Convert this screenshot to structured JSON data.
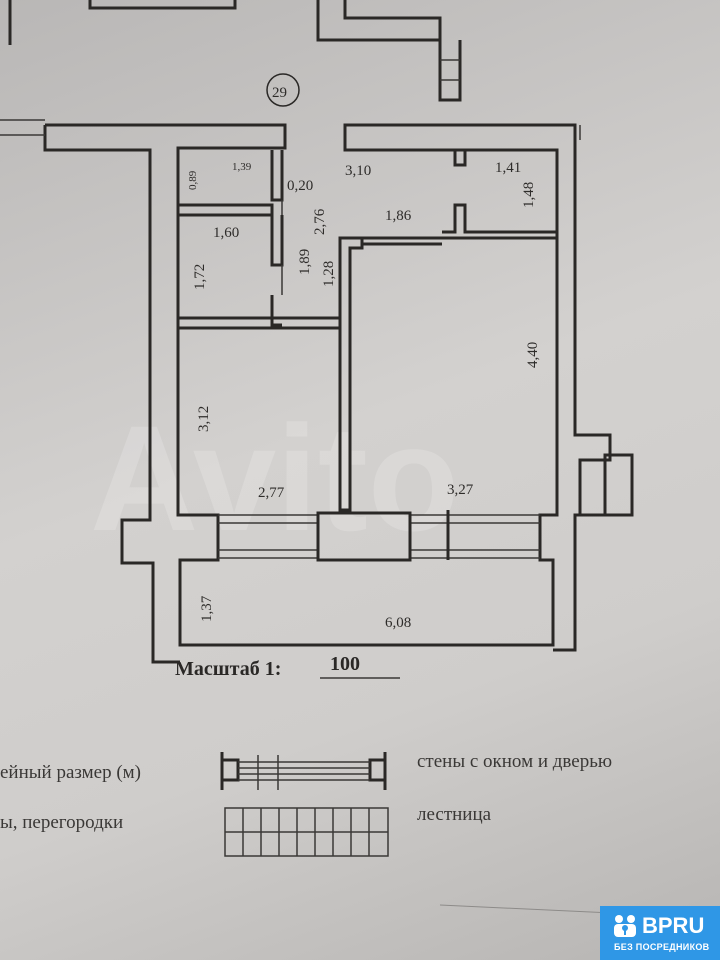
{
  "plan": {
    "apartment_number": "29",
    "dimensions": {
      "d089": "0,89",
      "d139": "1,39",
      "d020": "0,20",
      "d310": "3,10",
      "d141": "1,41",
      "d148": "1,48",
      "d276": "2,76",
      "d186": "1,86",
      "d160": "1,60",
      "d172": "1,72",
      "d189": "1,89",
      "d128": "1,28",
      "d440": "4,40",
      "d312": "3,12",
      "d277": "2,77",
      "d327": "3,27",
      "d137": "1,37",
      "d608": "6,08"
    },
    "scale_label": "Масштаб 1:",
    "scale_value": "100"
  },
  "legend": {
    "linear_size": "ейный размер (м)",
    "partitions": "ы, перегородки",
    "walls_window_door": "стены с окном и дверью",
    "stairs": "лестница"
  },
  "watermark": "Avito",
  "badge": {
    "name": "BPRU",
    "subtitle": "БЕЗ ПОСРЕДНИКОВ",
    "color": "#2f97e6"
  }
}
